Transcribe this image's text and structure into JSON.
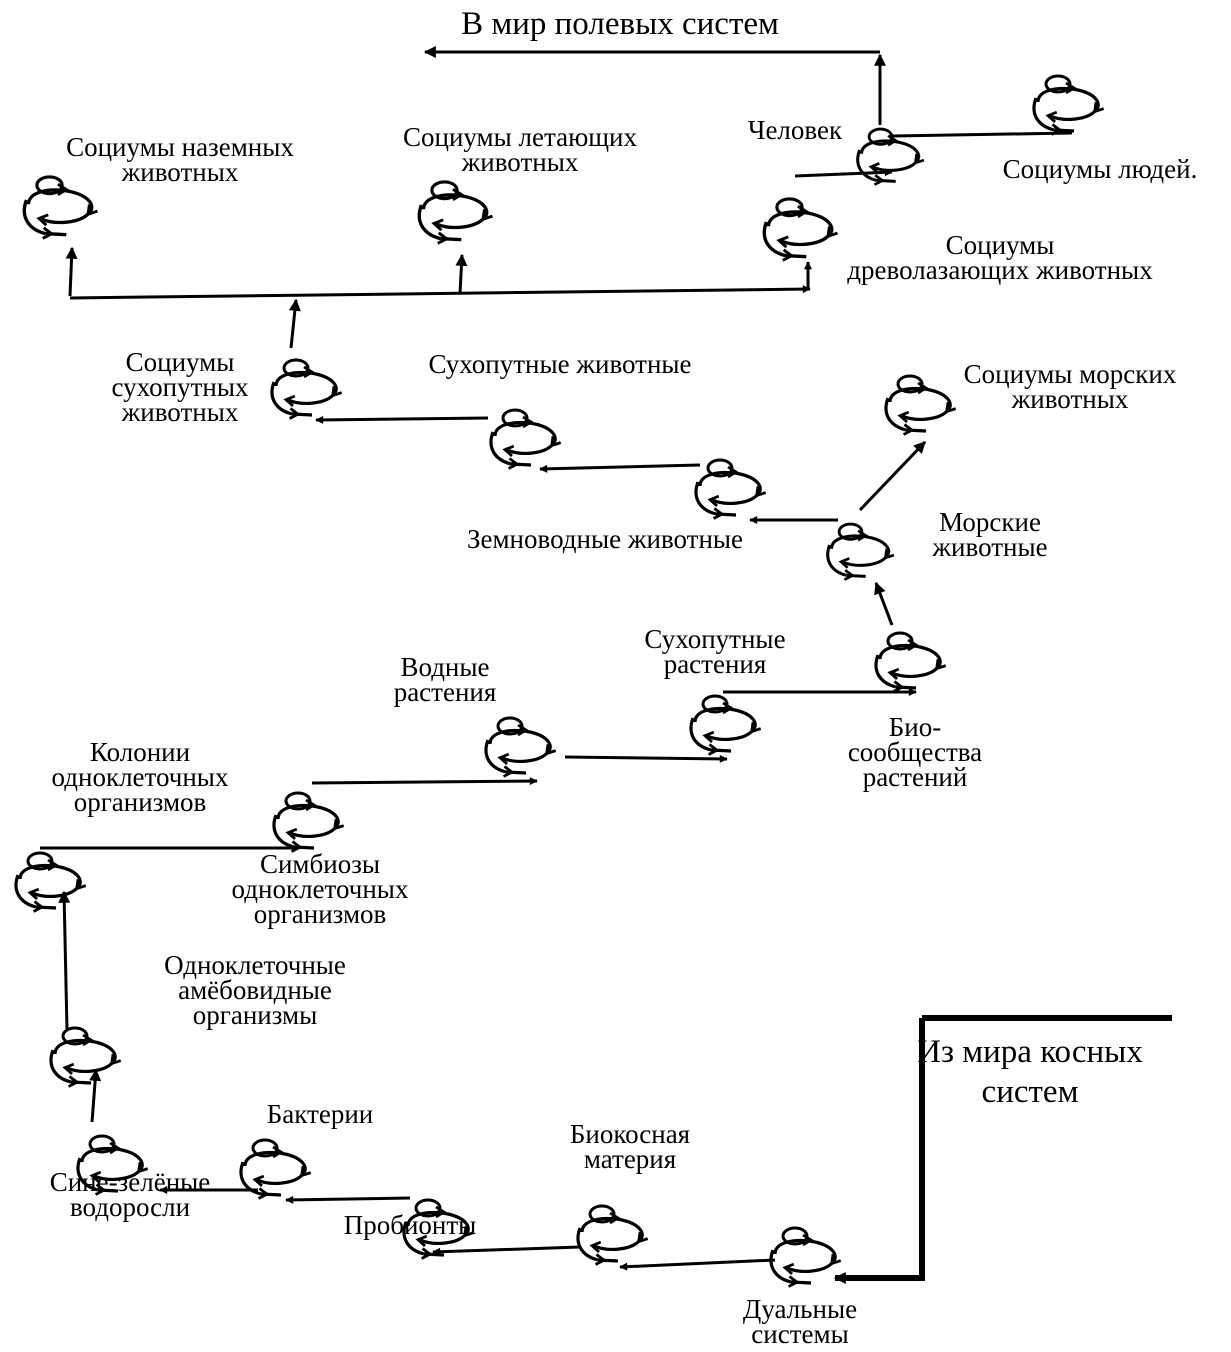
{
  "diagram": {
    "stroke_color": "#000000",
    "background": "#ffffff",
    "top_label": "В мир полевых систем",
    "entry_label": "Из мира  косных\nсистем",
    "nodes": {
      "dual": "Дуальные\nсистемы",
      "biokosnaya": "Биокосная\nматерия",
      "probionty": "Пробионты",
      "bakterii": "Бактерии",
      "sine_zelenye": "Сине-зелёные\nводоросли",
      "ameboid": "Одноклеточные\nамёбовидные\nорганизмы",
      "kolonii": "Колонии\nодноклеточных\nорганизмов",
      "simbiozy": "Симбиозы\nодноклеточных\nорганизмов",
      "vodnye_rast": "Водные\nрастения",
      "suhop_rast": "Сухопутные\nрастения",
      "biosoobsh": "Био-\nсообщества\nрастений",
      "morskie": "Морские\nживотные",
      "soc_morskih": "Социумы  морских\nживотных",
      "zemnovodnye": "Земноводные животные",
      "suhop_zhiv": "Сухопутные животные",
      "soc_suhop": "Социумы\nсухопутных\nживотных",
      "soc_nazemnyh": "Социумы наземных\nживотных",
      "soc_letayush": "Социумы летающих\nживотных",
      "soc_drevolaz": "Социумы\nдреволазающих животных",
      "chelovek": "Человек",
      "soc_lyudey": "Социумы людей."
    }
  }
}
